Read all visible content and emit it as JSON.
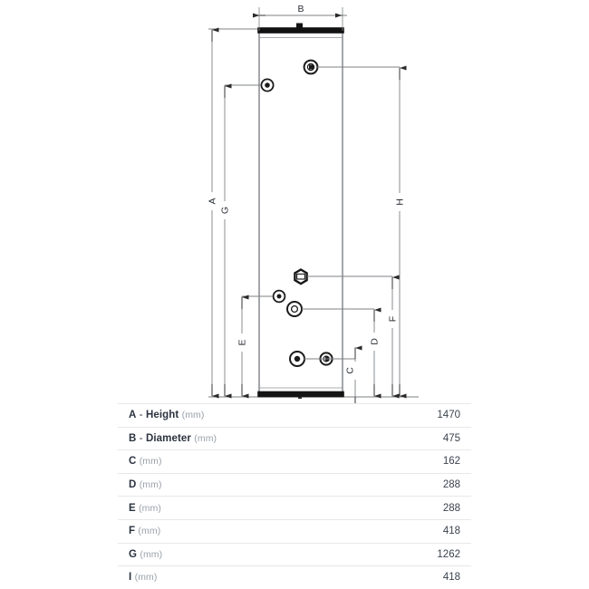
{
  "drawing": {
    "title": "unvented-cylinder-dimension-drawing",
    "dimension_labels": {
      "A": "A",
      "B": "B",
      "C": "C",
      "D": "D",
      "E": "E",
      "F": "F",
      "G": "G",
      "H": "H"
    },
    "colors": {
      "line": "#6b6f76",
      "outline": "#4a4e55",
      "band": "#141414",
      "background": "#ffffff"
    }
  },
  "spec_table": {
    "rows": [
      {
        "key": "A",
        "name": "Height",
        "unit": "(mm)",
        "value": "1470"
      },
      {
        "key": "B",
        "name": "Diameter",
        "unit": "(mm)",
        "value": "475"
      },
      {
        "key": "C",
        "name": "",
        "unit": "(mm)",
        "value": "162"
      },
      {
        "key": "D",
        "name": "",
        "unit": "(mm)",
        "value": "288"
      },
      {
        "key": "E",
        "name": "",
        "unit": "(mm)",
        "value": "288"
      },
      {
        "key": "F",
        "name": "",
        "unit": "(mm)",
        "value": "418"
      },
      {
        "key": "G",
        "name": "",
        "unit": "(mm)",
        "value": "1262"
      },
      {
        "key": "I",
        "name": "",
        "unit": "(mm)",
        "value": "418"
      }
    ]
  }
}
